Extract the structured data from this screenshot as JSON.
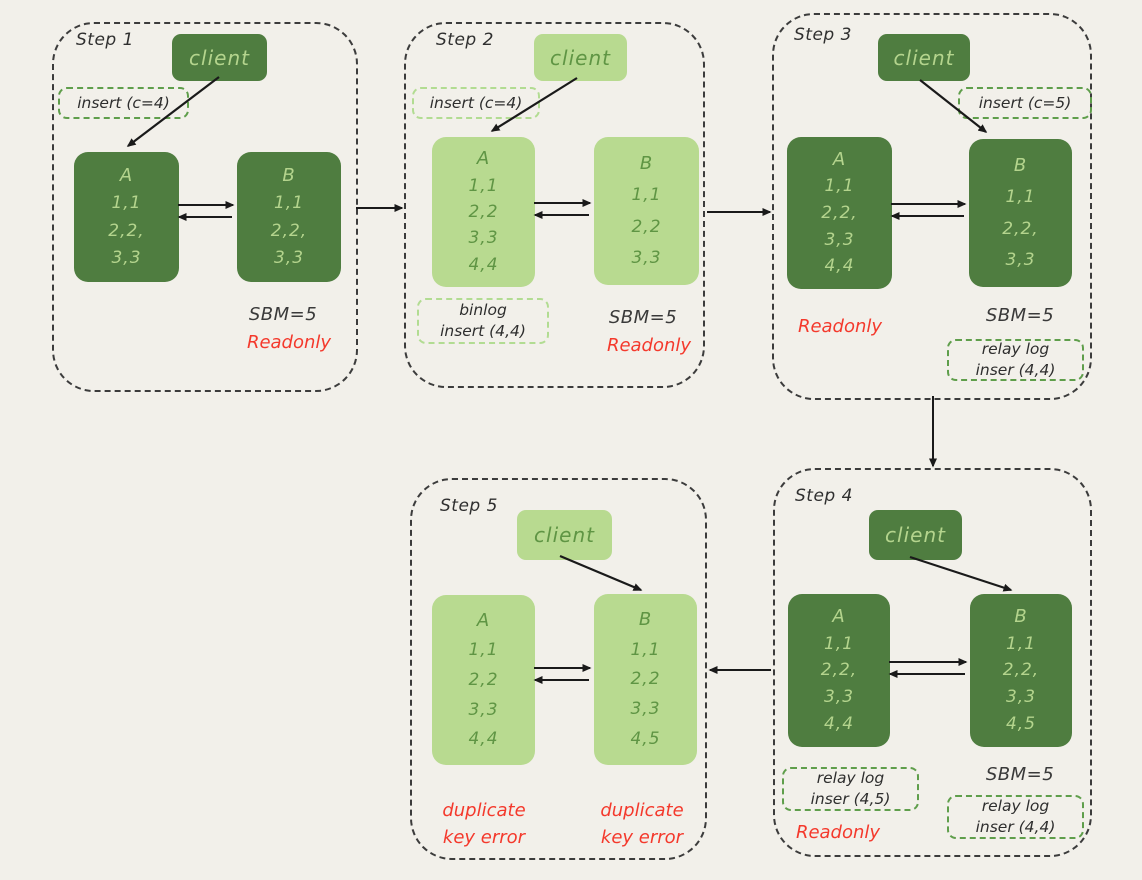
{
  "palette": {
    "background": "#f2f0ea",
    "dark_green_box": "#4f7d40",
    "light_green_box": "#b8da90",
    "text_on_dark": "#b4d48d",
    "text_on_light": "#5f9544",
    "note_border_dark": "#5f9e4b",
    "note_border_light": "#b2dc92",
    "container_border": "#3c3c3c",
    "ink": "#2e2e2e",
    "red": "#f4392c",
    "arrow": "#1a1a1a"
  },
  "steps": [
    {
      "label": "Step 1",
      "client": "client",
      "insert_note": "insert (c=4)",
      "node_a": {
        "title": "A",
        "rows": [
          "1,1",
          "2,2,",
          "3,3"
        ]
      },
      "node_b": {
        "title": "B",
        "rows": [
          "1,1",
          "2,2,",
          "3,3"
        ]
      },
      "sbm": "SBM=5",
      "readonly": "Readonly"
    },
    {
      "label": "Step 2",
      "client": "client",
      "insert_note": "insert (c=4)",
      "node_a": {
        "title": "A",
        "rows": [
          "1,1",
          "2,2",
          "3,3",
          "4,4"
        ]
      },
      "node_b": {
        "title": "B",
        "rows": [
          "1,1",
          "2,2",
          "3,3"
        ]
      },
      "binlog_note": {
        "line1": "binlog",
        "line2": "insert (4,4)"
      },
      "sbm": "SBM=5",
      "readonly": "Readonly"
    },
    {
      "label": "Step 3",
      "client": "client",
      "insert_note": "insert (c=5)",
      "node_a": {
        "title": "A",
        "rows": [
          "1,1",
          "2,2,",
          "3,3",
          "4,4"
        ]
      },
      "node_b": {
        "title": "B",
        "rows": [
          "1,1",
          "2,2,",
          "3,3"
        ]
      },
      "readonly": "Readonly",
      "sbm": "SBM=5",
      "relay_note": {
        "line1": "relay log",
        "line2": "inser (4,4)"
      }
    },
    {
      "label": "Step 4",
      "client": "client",
      "node_a": {
        "title": "A",
        "rows": [
          "1,1",
          "2,2,",
          "3,3",
          "4,4"
        ]
      },
      "node_b": {
        "title": "B",
        "rows": [
          "1,1",
          "2,2,",
          "3,3",
          "4,5"
        ]
      },
      "relay_note_a": {
        "line1": "relay log",
        "line2": "inser (4,5)"
      },
      "sbm": "SBM=5",
      "relay_note_b": {
        "line1": "relay log",
        "line2": "inser (4,4)"
      },
      "readonly": "Readonly"
    },
    {
      "label": "Step 5",
      "client": "client",
      "node_a": {
        "title": "A",
        "rows": [
          "1,1",
          "2,2",
          "3,3",
          "4,4"
        ]
      },
      "node_b": {
        "title": "B",
        "rows": [
          "1,1",
          "2,2",
          "3,3",
          "4,5"
        ]
      },
      "error_a": {
        "line1": "duplicate",
        "line2": "key error"
      },
      "error_b": {
        "line1": "duplicate",
        "line2": "key error"
      }
    }
  ]
}
